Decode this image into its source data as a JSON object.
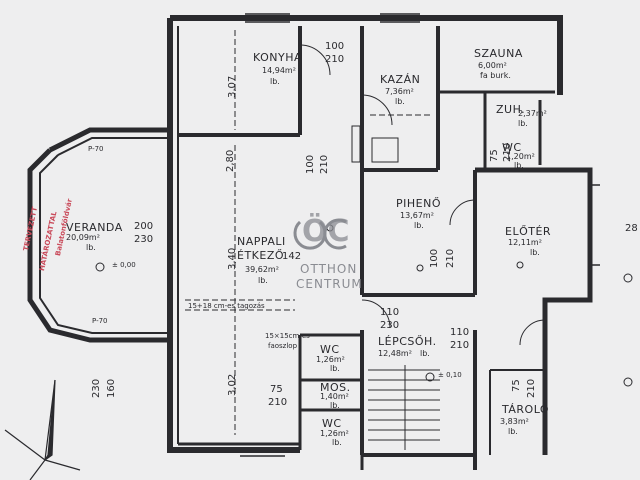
{
  "rooms": {
    "konyha": {
      "name": "KONYHA",
      "area": "14,94m²",
      "floor": "lb."
    },
    "kazan": {
      "name": "KAZÁN",
      "area": "7,36m²",
      "floor": "lb."
    },
    "szauna": {
      "name": "SZAUNA",
      "area": "6,00m²",
      "floor": "fa burk."
    },
    "zuh": {
      "name": "ZUH.",
      "area": "2,37m²",
      "floor": "lb."
    },
    "wc_upper": {
      "name": "WC",
      "area": "1,20m²",
      "floor": "lb."
    },
    "piheno": {
      "name": "PIHENŐ",
      "area": "13,67m²",
      "floor": "lb."
    },
    "eloter": {
      "name": "ELŐTÉR",
      "area": "12,11m²",
      "floor": "lb."
    },
    "veranda": {
      "name": "VERANDA",
      "area": "20,09m²",
      "floor": "lb."
    },
    "nappali": {
      "name": "NAPPALI",
      "name2": "ÉTKEZŐ",
      "area": "39,62m²",
      "floor": "lb."
    },
    "wc_1": {
      "name": "WC",
      "area": "1,26m²",
      "floor": "lb."
    },
    "mos": {
      "name": "MOS.",
      "area": "1,40m²",
      "floor": "lb."
    },
    "wc_2": {
      "name": "WC",
      "area": "1,26m²",
      "floor": "lb."
    },
    "lepcsoh": {
      "name": "LÉPCSŐH.",
      "area": "12,48m²",
      "floor": "lb."
    },
    "tarolo": {
      "name": "TÁROLÓ",
      "area": "3,83m²",
      "floor": "lb."
    }
  },
  "dimensions": {
    "door_konyha": "100",
    "door_konyha_2": "210",
    "door_piheno_top": "100",
    "door_piheno_top_2": "210",
    "door_veranda": "200",
    "door_veranda_2": "230",
    "door_piheno_r": "100",
    "door_piheno_r_2": "210",
    "door_lep_left": "110",
    "door_lep_left_2": "230",
    "door_lep_right": "110",
    "door_lep_right_2": "210",
    "door_eloter_r": "28",
    "door_wc": "75",
    "door_wc_2": "210",
    "door_tarolo": "75",
    "door_tarolo_2": "210",
    "win_left": "230",
    "win_left_2": "160",
    "door_piheno_c": "142",
    "height_307": "3,07",
    "height_280": "2,80",
    "height_340": "3,40",
    "height_302": "3,02",
    "door_wc_up": "75",
    "door_wc_up_2": "210"
  },
  "annotations": {
    "level_veranda": "± 0,00",
    "level_stair": "± 0,10",
    "p70_top": "P-70",
    "p70_bottom": "P-70",
    "ceiling_note": "15+18 cm-es tagozás",
    "pillar_note": "15×15cm-es",
    "pillar_note_2": "faoszlop"
  },
  "watermark": {
    "monogram": "ÖC",
    "line1": "OTTHON",
    "line2": "CENTRUM"
  },
  "stamp": {
    "line1": "TERVEZETT",
    "line2": "HATÁROZATTAL",
    "line3": "Balatonföldvár"
  },
  "colors": {
    "paper": "#eeeeef",
    "ink": "#2a2a2e",
    "stamp": "#c94a5a",
    "watermark": "#8a8c92"
  }
}
